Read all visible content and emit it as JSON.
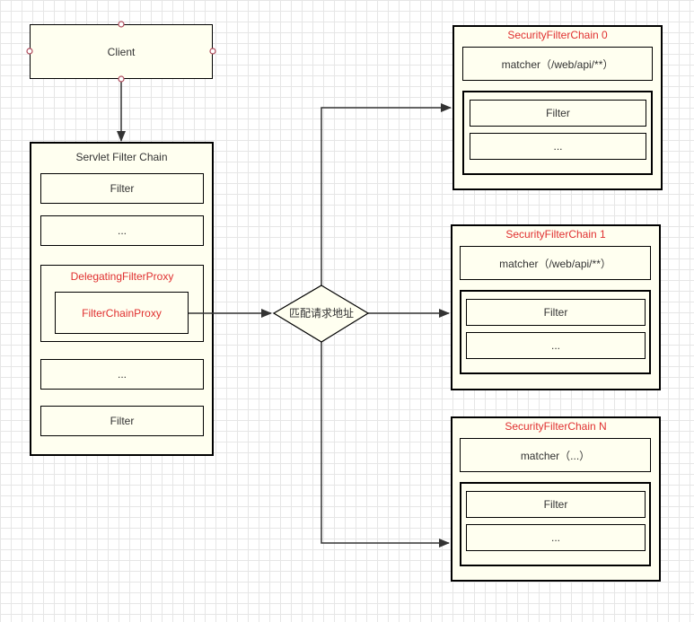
{
  "client": {
    "label": "Client"
  },
  "servlet_chain": {
    "title": "Servlet Filter Chain",
    "filter_top": "Filter",
    "dots_top": "...",
    "delegating_proxy": "DelegatingFilterProxy",
    "filter_chain_proxy": "FilterChainProxy",
    "dots_bottom": "...",
    "filter_bottom": "Filter"
  },
  "decision": {
    "label": "匹配请求地址"
  },
  "security_chains": [
    {
      "title": "SecurityFilterChain 0",
      "matcher": "matcher（/web/api/**）",
      "filter": "Filter",
      "dots": "..."
    },
    {
      "title": "SecurityFilterChain 1",
      "matcher": "matcher（/web/api/**）",
      "filter": "Filter",
      "dots": "..."
    },
    {
      "title": "SecurityFilterChain N",
      "matcher": "matcher（...）",
      "filter": "Filter",
      "dots": "..."
    }
  ],
  "colors": {
    "box_fill": "#fffff0",
    "highlight_text": "#e03030",
    "port_stroke": "#b04a5a"
  }
}
